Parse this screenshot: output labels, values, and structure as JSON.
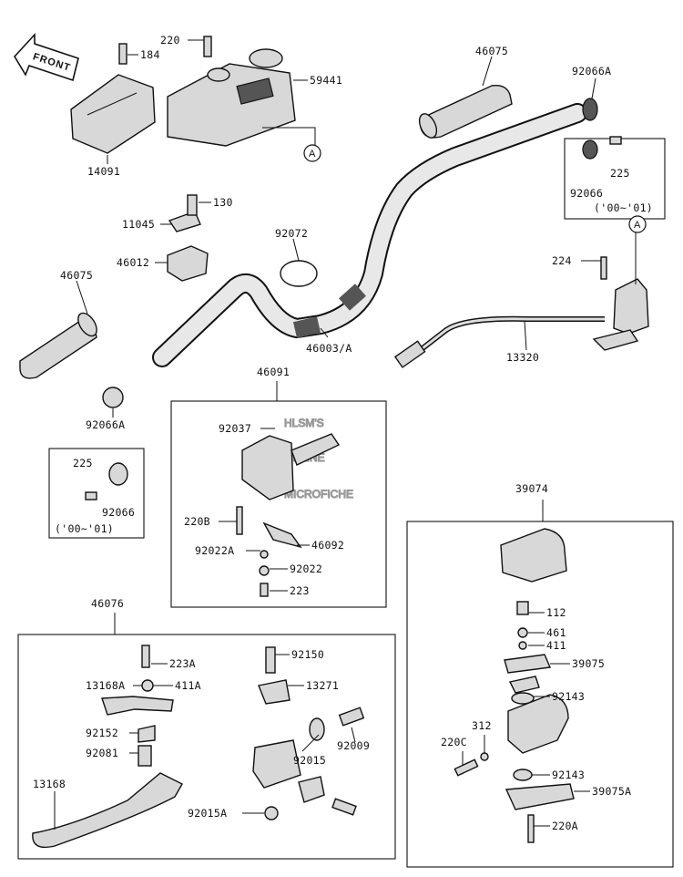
{
  "front_label": "FRONT",
  "watermark": [
    "HLSM'S",
    "ONLINE",
    "MICROFICHE"
  ],
  "callouts": {
    "a1": "A",
    "a2": "A"
  },
  "labels": {
    "p184": "184",
    "p220": "220",
    "p59441": "59441",
    "p14091": "14091",
    "p130": "130",
    "p11045": "11045",
    "p46012": "46012",
    "p46075_right": "46075",
    "p92066A_right": "92066A",
    "p225_right": "225",
    "p92066_right": "92066",
    "p00_01_right": "('00~'01)",
    "p92072": "92072",
    "p46075_left": "46075",
    "p46003A": "46003/A",
    "p224": "224",
    "p13320": "13320",
    "p92066A_left": "92066A",
    "p46091": "46091",
    "p92037": "92037",
    "p225_left": "225",
    "p92066_left": "92066",
    "p00_01_left": "('00~'01)",
    "p220B": "220B",
    "p46092": "46092",
    "p92022A": "92022A",
    "p92022": "92022",
    "p223": "223",
    "p39074": "39074",
    "p46076": "46076",
    "p112": "112",
    "p461": "461",
    "p411": "411",
    "p39075": "39075",
    "p223A": "223A",
    "p92150": "92150",
    "p13168A": "13168A",
    "p411A": "411A",
    "p13271": "13271",
    "p92143_top": "92143",
    "p92152": "92152",
    "p312": "312",
    "p92081": "92081",
    "p92009": "92009",
    "p92015": "92015",
    "p220C": "220C",
    "p13168": "13168",
    "p92143_bottom": "92143",
    "p39075A": "39075A",
    "p92015A": "92015A",
    "p220A": "220A"
  }
}
